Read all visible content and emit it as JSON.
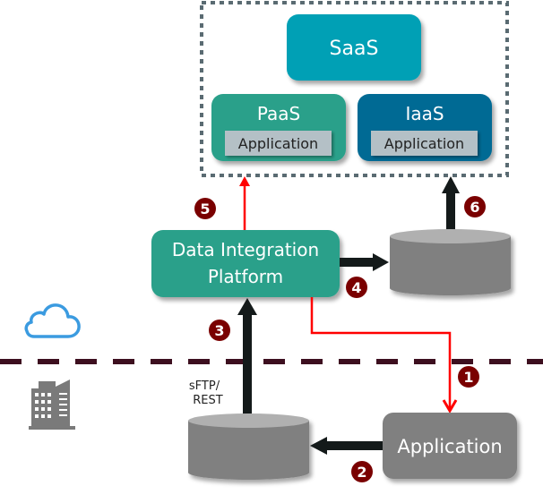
{
  "cloud_zone": {
    "saas": {
      "label": "SaaS",
      "color": "#00a0b5"
    },
    "paas": {
      "label": "PaaS",
      "inner_label": "Application",
      "color": "#2ca08a"
    },
    "iaas": {
      "label": "IaaS",
      "inner_label": "Application",
      "color": "#006b94"
    },
    "border_color": "#5a6b72"
  },
  "data_integration_platform": {
    "line1": "Data Integration",
    "line2": "Platform",
    "color": "#2ca08a"
  },
  "on_prem_application": {
    "label": "Application",
    "color": "#808080"
  },
  "protocol_label": {
    "line1": "sFTP/",
    "line2": "REST"
  },
  "boundary_line_color": "#3d0f1f",
  "badges": [
    {
      "number": "1"
    },
    {
      "number": "2"
    },
    {
      "number": "3"
    },
    {
      "number": "4"
    },
    {
      "number": "5"
    },
    {
      "number": "6"
    }
  ],
  "badge_color": "#7a0000",
  "icons": {
    "cloud": "cloud-icon",
    "building": "building-icon"
  },
  "colors": {
    "red_flow": "#ff0000",
    "black_flow": "#141a1a",
    "cylinder_top": "#b0b0b0",
    "cylinder_body": "#808080",
    "inner_app": "#b4c0c6",
    "cloud_icon": "#3b9be0",
    "building_icon": "#7a7a7a"
  }
}
